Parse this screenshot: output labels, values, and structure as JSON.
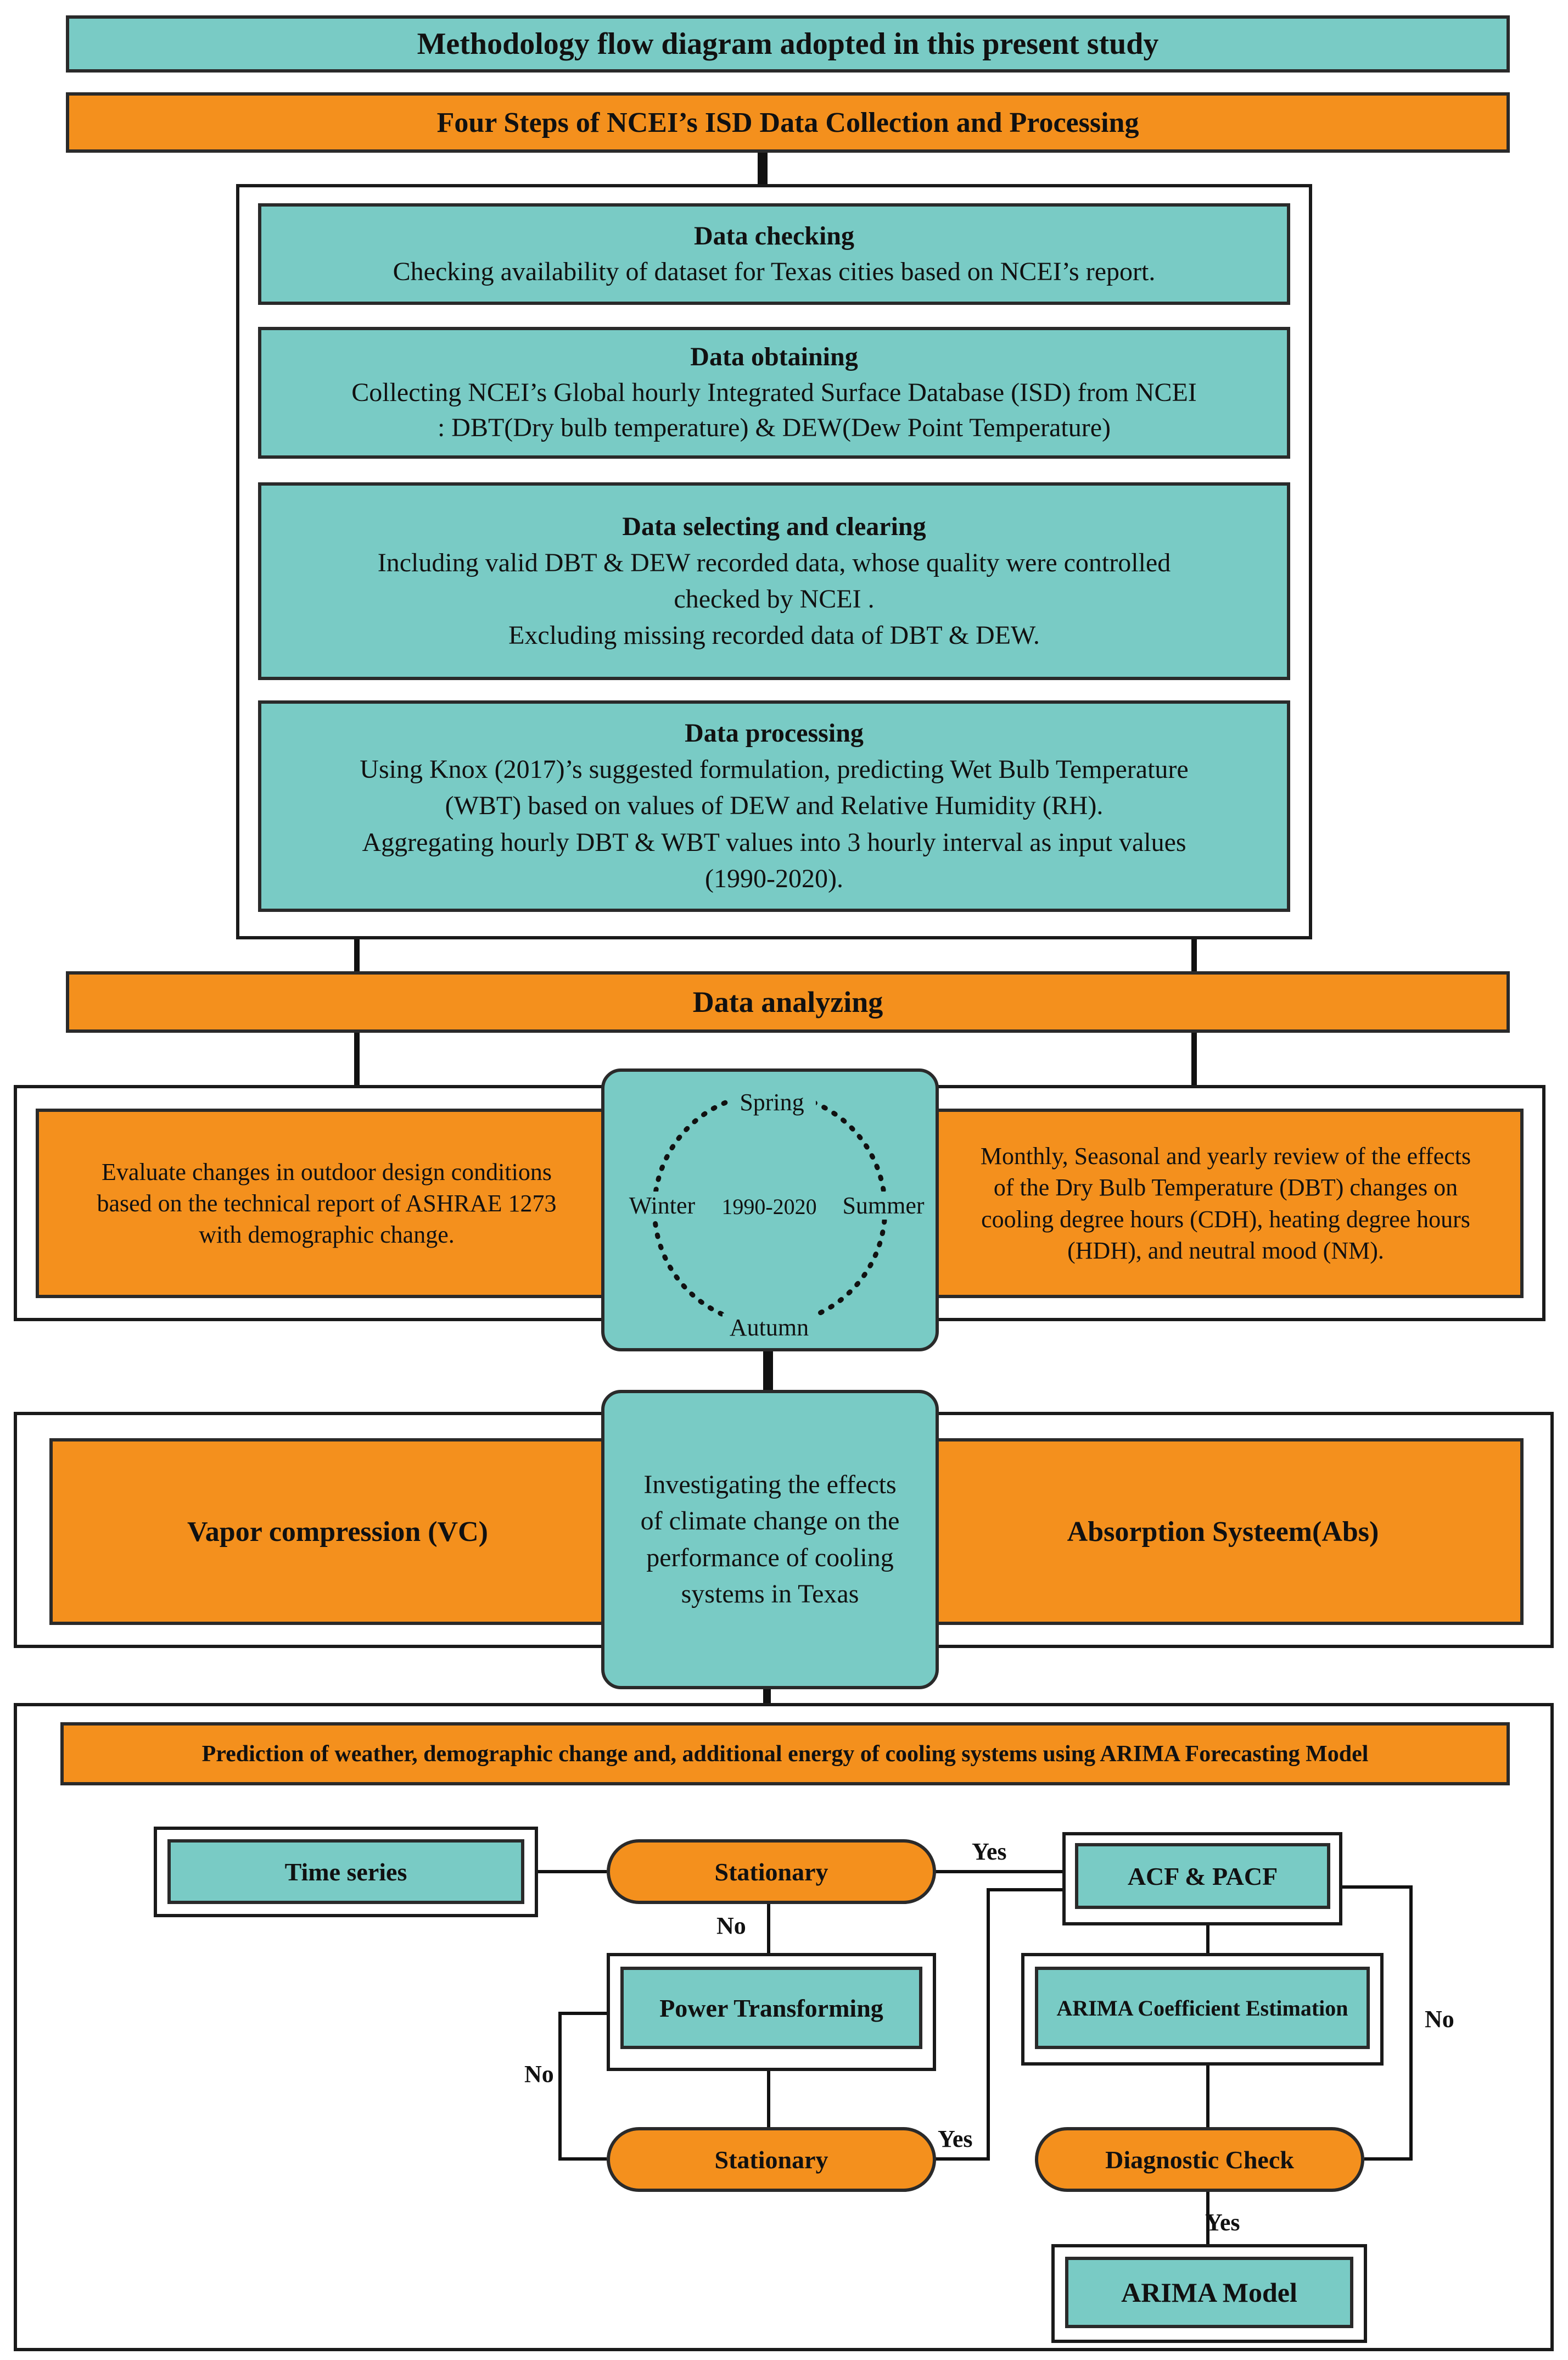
{
  "title": "Methodology flow diagram adopted in this present study",
  "four_steps_header": "Four Steps of NCEI’s ISD Data Collection and Processing",
  "steps": [
    {
      "heading": "Data checking",
      "lines": [
        "Checking availability of dataset for Texas cities based on NCEI’s report."
      ]
    },
    {
      "heading": "Data obtaining",
      "lines": [
        "Collecting NCEI’s Global hourly Integrated Surface Database (ISD) from NCEI",
        ": DBT(Dry bulb temperature) & DEW(Dew Point Temperature)"
      ]
    },
    {
      "heading": "Data selecting and clearing",
      "lines": [
        "Including valid DBT & DEW recorded data, whose quality were controlled",
        "checked by NCEI .",
        "Excluding missing recorded data of DBT & DEW."
      ]
    },
    {
      "heading": "Data processing",
      "lines": [
        "Using Knox (2017)’s suggested formulation, predicting Wet Bulb Temperature",
        "(WBT) based on values of DEW and Relative Humidity (RH).",
        "Aggregating hourly DBT & WBT values into 3 hourly interval as input values",
        "(1990-2020)."
      ]
    }
  ],
  "data_analyzing": "Data analyzing",
  "analysis": {
    "left_text": [
      "Evaluate changes in outdoor design conditions",
      "based on the technical report of ASHRAE 1273",
      "with demographic change."
    ],
    "right_text": [
      "Monthly, Seasonal and yearly review of the effects",
      "of the Dry Bulb Temperature (DBT) changes on",
      "cooling degree hours (CDH), heating degree hours",
      "(HDH), and neutral mood (NM)."
    ],
    "seasons": {
      "spring": "Spring",
      "summer": "Summer",
      "autumn": "Autumn",
      "winter": "Winter"
    },
    "period": "1990-2020"
  },
  "systems": {
    "left": "Vapor compression (VC)",
    "right": "Absorption Systeem(Abs)",
    "center_lines": [
      "Investigating the effects",
      "of climate change on the",
      "performance of cooling",
      "systems in Texas"
    ]
  },
  "arima": {
    "header": "Prediction of weather, demographic change and, additional energy of cooling systems using ARIMA Forecasting Model",
    "time_series": "Time series",
    "stationary_1": "Stationary",
    "stationary_2": "Stationary",
    "power_transforming": "Power Transforming",
    "acf_pacf": "ACF & PACF",
    "coef_estimation": "ARIMA Coefficient Estimation",
    "diagnostic_check": "Diagnostic Check",
    "arima_model": "ARIMA Model",
    "yes": "Yes",
    "no": "No"
  },
  "colors": {
    "teal": "#79cbc5",
    "orange": "#f4901d"
  }
}
